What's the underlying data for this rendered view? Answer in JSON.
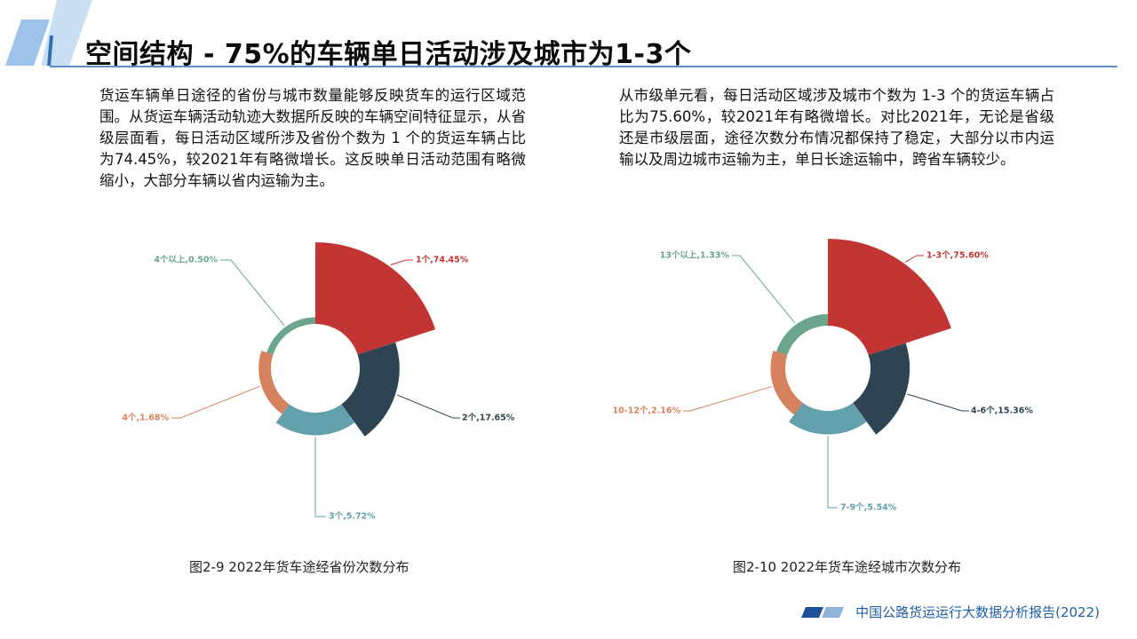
{
  "header": {
    "title": "空间结构 - 75%的车辆单日活动涉及城市为1-3个"
  },
  "left_text": "货运车辆单日途径的省份与城市数量能够反映货车的运行区域范围。从货运车辆活动轨迹大数据所反映的车辆空间特征显示，从省级层面看，每日活动区域所涉及省份个数为 1 个的货运车辆占比为74.45%，较2021年有略微增长。这反映单日活动范围有略微缩小，大部分车辆以省内运输为主。",
  "right_text": "从市级单元看，每日活动区域涉及城市个数为 1-3 个的货运车辆占比为75.60%，较2021年有略微增长。对比2021年，无论是省级还是市级层面，途径次数分布情况都保持了稳定，大部分以市内运输以及周边城市运输为主，单日长途运输中，跨省车辆较少。",
  "chart_data": [
    {
      "type": "pie",
      "subtype": "rose",
      "caption": "图2-9 2022年货车途经省份次数分布",
      "slices": [
        {
          "category": "1个",
          "value": 74.45,
          "label": "1个,74.45%",
          "color": "#c33532"
        },
        {
          "category": "2个",
          "value": 17.65,
          "label": "2个,17.65%",
          "color": "#2e4453"
        },
        {
          "category": "3个",
          "value": 5.72,
          "label": "3个,5.72%",
          "color": "#62a0ab"
        },
        {
          "category": "4个",
          "value": 1.68,
          "label": "4个,1.68%",
          "color": "#d6825f"
        },
        {
          "category": "4个以上",
          "value": 0.5,
          "label": "4个以上,0.50%",
          "color": "#6ba58e"
        }
      ]
    },
    {
      "type": "pie",
      "subtype": "rose",
      "caption": "图2-10 2022年货车途经城市次数分布",
      "slices": [
        {
          "category": "1-3个",
          "value": 75.6,
          "label": "1-3个,75.60%",
          "color": "#c33532"
        },
        {
          "category": "4-6个",
          "value": 15.36,
          "label": "4-6个,15.36%",
          "color": "#2e4453"
        },
        {
          "category": "7-9个",
          "value": 5.54,
          "label": "7-9个,5.54%",
          "color": "#62a0ab"
        },
        {
          "category": "10-12个",
          "value": 2.16,
          "label": "10-12个,2.16%",
          "color": "#d6825f"
        },
        {
          "category": "13个以上",
          "value": 1.33,
          "label": "13个以上,1.33%",
          "color": "#6ba58e"
        }
      ]
    }
  ],
  "footer": {
    "report_name": "中国公路货运运行大数据分析报告(2022)"
  }
}
